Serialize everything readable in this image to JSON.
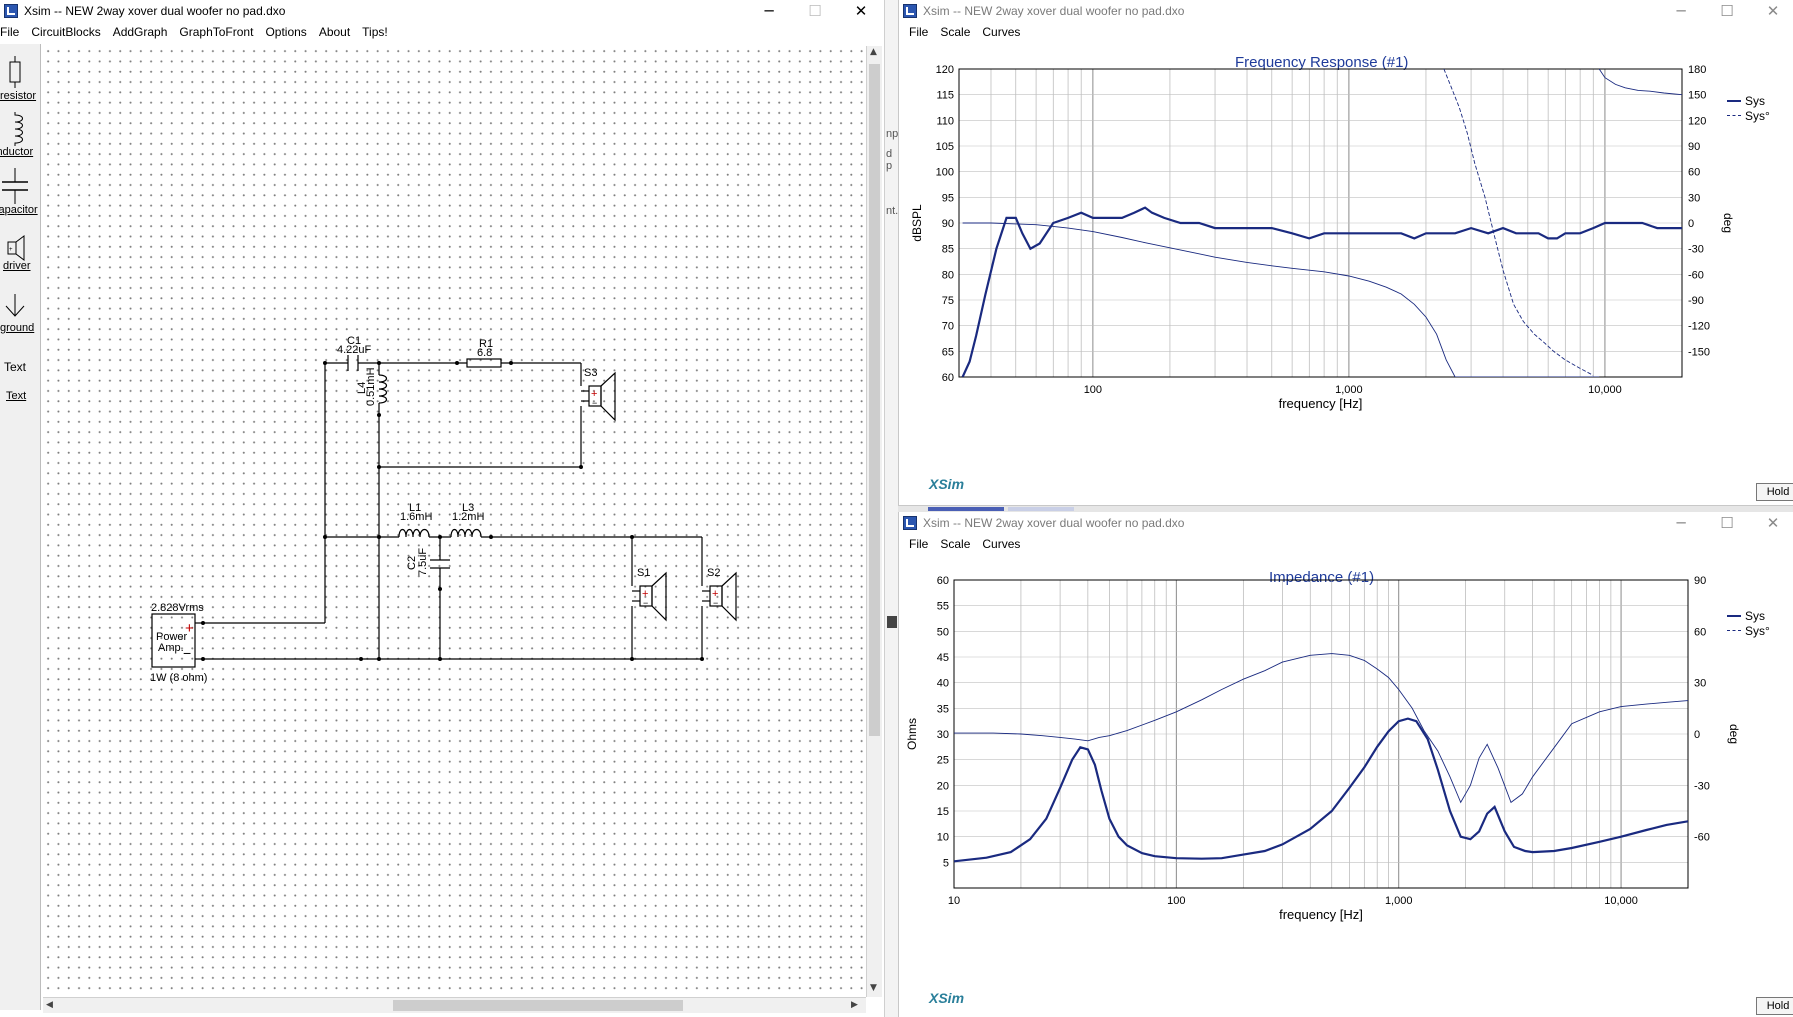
{
  "editor": {
    "title": "Xsim -- NEW 2way xover dual woofer no pad.dxo",
    "menu": [
      "File",
      "CircuitBlocks",
      "AddGraph",
      "GraphToFront",
      "Options",
      "About",
      "Tips!"
    ],
    "palette": [
      {
        "label": "resistor",
        "icon": "resistor-icon"
      },
      {
        "label": "inductor",
        "icon": "inductor-icon"
      },
      {
        "label": "capacitor",
        "icon": "capacitor-icon"
      },
      {
        "label": "driver",
        "icon": "driver-icon"
      },
      {
        "label": "ground",
        "icon": "ground-icon"
      },
      {
        "label": "Text",
        "icon": "text-icon"
      }
    ],
    "palette_text_sample": "Text",
    "components": {
      "c1_name": "C1",
      "c1_value": "4.22uF",
      "r1_name": "R1",
      "r1_value": "6.8",
      "l4_name": "L4",
      "l4_value": "0.51mH",
      "s3_name": "S3",
      "l1_name": "L1",
      "l1_value": "1.6mH",
      "l3_name": "L3",
      "l3_value": "1.2mH",
      "c2_name": "C2",
      "c2_value": "7.5uF",
      "s1_name": "S1",
      "s2_name": "S2",
      "amp_voltage": "2.828Vrms",
      "amp_line1": "Power",
      "amp_line2": "Amp.",
      "amp_power": "1W (8 ohm)"
    }
  },
  "behind_fragments": [
    "npl",
    "d p",
    "nt."
  ],
  "freq_window": {
    "title": "Xsim -- NEW 2way xover dual woofer no pad.dxo",
    "menu": [
      "File",
      "Scale",
      "Curves"
    ],
    "plot_title": "Frequency Response (#1)",
    "logo": "XSim",
    "hold": "Hold"
  },
  "imp_window": {
    "title": "Xsim -- NEW 2way xover dual woofer no pad.dxo",
    "menu": [
      "File",
      "Scale",
      "Curves"
    ],
    "plot_title": "Impedance (#1)",
    "logo": "XSim",
    "hold": "Hold"
  },
  "window_buttons": {
    "minimize": "─",
    "maximize": "☐",
    "close": "✕"
  },
  "chart_data": [
    {
      "type": "line",
      "title": "Frequency Response (#1)",
      "xlabel": "frequency [Hz]",
      "ylabel": "dBSPL",
      "y2label": "deg",
      "xscale": "log",
      "xlim": [
        30,
        20000
      ],
      "ylim": [
        60,
        120
      ],
      "y2lim": [
        -180,
        180
      ],
      "xticks": [
        {
          "v": 100,
          "label": "100"
        },
        {
          "v": 1000,
          "label": "1,000"
        },
        {
          "v": 10000,
          "label": "10,000"
        }
      ],
      "yticks": [
        "120",
        "115",
        "110",
        "105",
        "100",
        "95",
        "90",
        "85",
        "80",
        "75",
        "70",
        "65",
        "60"
      ],
      "y2ticks": [
        "180",
        "150",
        "120",
        "90",
        "60",
        "30",
        "0",
        "-30",
        "-60",
        "-90",
        "-120",
        "-150"
      ],
      "y2tick_values": [
        180,
        150,
        120,
        90,
        60,
        30,
        0,
        -30,
        -60,
        -90,
        -120,
        -150
      ],
      "legend": [
        "Sys",
        "Sys°"
      ],
      "series": [
        {
          "name": "Sys",
          "axis": "left",
          "style": "thick",
          "x": [
            31,
            33,
            35,
            38,
            42,
            46,
            50,
            53,
            57,
            62,
            70,
            80,
            90,
            100,
            115,
            130,
            145,
            160,
            170,
            190,
            220,
            260,
            300,
            350,
            400,
            450,
            500,
            600,
            700,
            800,
            900,
            1000,
            1200,
            1400,
            1600,
            1800,
            2000,
            2300,
            2600,
            3000,
            3500,
            4000,
            4500,
            5000,
            5500,
            6000,
            6500,
            7000,
            8000,
            9000,
            10000,
            12000,
            14000,
            16000,
            18000,
            20000
          ],
          "y": [
            60,
            63,
            68,
            76,
            85,
            91,
            91,
            88,
            85,
            86,
            90,
            91,
            92,
            91,
            91,
            91,
            92,
            93,
            92,
            91,
            90,
            90,
            89,
            89,
            89,
            89,
            89,
            88,
            87,
            88,
            88,
            88,
            88,
            88,
            88,
            87,
            88,
            88,
            88,
            89,
            88,
            89,
            88,
            88,
            88,
            87,
            87,
            88,
            88,
            89,
            90,
            90,
            90,
            89,
            89,
            89
          ]
        },
        {
          "name": "Sys°",
          "axis": "right",
          "style": "thin",
          "x": [
            31,
            40,
            50,
            60,
            70,
            80,
            100,
            130,
            160,
            200,
            250,
            300,
            400,
            500,
            600,
            800,
            1000,
            1200,
            1400,
            1600,
            1800,
            2000,
            2200,
            2400,
            2600,
            2800,
            3000,
            3300,
            3600,
            4000,
            4500,
            5000,
            5500,
            6000,
            7000,
            8000,
            9000,
            9500
          ],
          "y": [
            0,
            0,
            -1,
            -2,
            -4,
            -6,
            -10,
            -17,
            -23,
            -29,
            -35,
            -40,
            -46,
            -50,
            -53,
            -57,
            -62,
            -68,
            -75,
            -83,
            -95,
            -110,
            -130,
            -160,
            -180,
            -180,
            -180,
            -180,
            -180,
            -180,
            -180,
            -180,
            -180,
            -180,
            -180,
            -180,
            -180,
            -180
          ]
        },
        {
          "name": "Sys° (wrapped)",
          "axis": "right",
          "style": "thin-dashed",
          "x": [
            2350,
            2500,
            2700,
            2900,
            3100,
            3400,
            3700,
            4000,
            4400,
            4800,
            5300,
            5800,
            6300,
            7000,
            8000,
            9000
          ],
          "y": [
            180,
            160,
            135,
            105,
            70,
            30,
            -15,
            -55,
            -95,
            -115,
            -130,
            -140,
            -150,
            -160,
            -170,
            -178
          ]
        },
        {
          "name": "Sys° (high)",
          "axis": "right",
          "style": "thin",
          "x": [
            9500,
            10000,
            11000,
            12000,
            13500,
            15000,
            17000,
            20000
          ],
          "y": [
            180,
            170,
            162,
            158,
            155,
            154,
            152,
            150
          ]
        }
      ]
    },
    {
      "type": "line",
      "title": "Impedance (#1)",
      "xlabel": "frequency [Hz]",
      "ylabel": "Ohms",
      "y2label": "deg",
      "xscale": "log",
      "xlim": [
        10,
        20000
      ],
      "ylim": [
        0,
        60
      ],
      "y2lim": [
        -90,
        90
      ],
      "xticks": [
        {
          "v": 10,
          "label": "10"
        },
        {
          "v": 100,
          "label": "100"
        },
        {
          "v": 1000,
          "label": "1,000"
        },
        {
          "v": 10000,
          "label": "10,000"
        }
      ],
      "yticks": [
        "60",
        "55",
        "50",
        "45",
        "40",
        "35",
        "30",
        "25",
        "20",
        "15",
        "10",
        "5"
      ],
      "y2ticks": [
        "90",
        "60",
        "30",
        "0",
        "-30",
        "-60"
      ],
      "y2tick_values": [
        90,
        60,
        30,
        0,
        -30,
        -60
      ],
      "legend": [
        "Sys",
        "Sys°"
      ],
      "series": [
        {
          "name": "Sys",
          "axis": "left",
          "style": "thick",
          "x": [
            10,
            14,
            18,
            22,
            26,
            30,
            34,
            37,
            40,
            43,
            46,
            50,
            55,
            60,
            70,
            80,
            100,
            130,
            160,
            200,
            250,
            300,
            400,
            500,
            600,
            700,
            800,
            900,
            1000,
            1100,
            1200,
            1350,
            1500,
            1700,
            1900,
            2100,
            2300,
            2500,
            2700,
            3000,
            3300,
            3700,
            4000,
            5000,
            6000,
            8000,
            10000,
            13000,
            16000,
            20000
          ],
          "y": [
            5.2,
            5.9,
            7,
            9.5,
            13.5,
            19.5,
            25,
            27.4,
            27,
            24,
            19,
            13.5,
            10,
            8.3,
            6.8,
            6.2,
            5.8,
            5.7,
            5.8,
            6.5,
            7.2,
            8.5,
            11.5,
            15,
            19.5,
            23.5,
            27.5,
            30.5,
            32.5,
            33,
            32.5,
            29,
            23,
            15,
            10,
            9.5,
            11,
            14.5,
            15.8,
            11,
            8,
            7.2,
            7,
            7.2,
            7.8,
            9,
            10,
            11.3,
            12.3,
            13
          ]
        },
        {
          "name": "Sys°",
          "axis": "right",
          "style": "thin",
          "x": [
            10,
            15,
            20,
            25,
            30,
            35,
            40,
            45,
            50,
            60,
            80,
            100,
            130,
            160,
            200,
            250,
            300,
            400,
            500,
            600,
            700,
            800,
            900,
            1000,
            1150,
            1300,
            1500,
            1700,
            1900,
            2100,
            2300,
            2500,
            2800,
            3200,
            3600,
            4000,
            5000,
            6000,
            8000,
            10000,
            13000,
            16000,
            20000
          ],
          "y": [
            0.5,
            0.5,
            0,
            -1,
            -2,
            -3,
            -4,
            -2,
            -1,
            2,
            8,
            13,
            20,
            26,
            32,
            37,
            42,
            46,
            47,
            46,
            43,
            38,
            33,
            26,
            15,
            2,
            -10,
            -25,
            -40,
            -30,
            -14,
            -6,
            -20,
            -40,
            -35,
            -25,
            -8,
            6,
            13,
            16,
            17.5,
            18.5,
            19.5
          ]
        }
      ]
    }
  ]
}
